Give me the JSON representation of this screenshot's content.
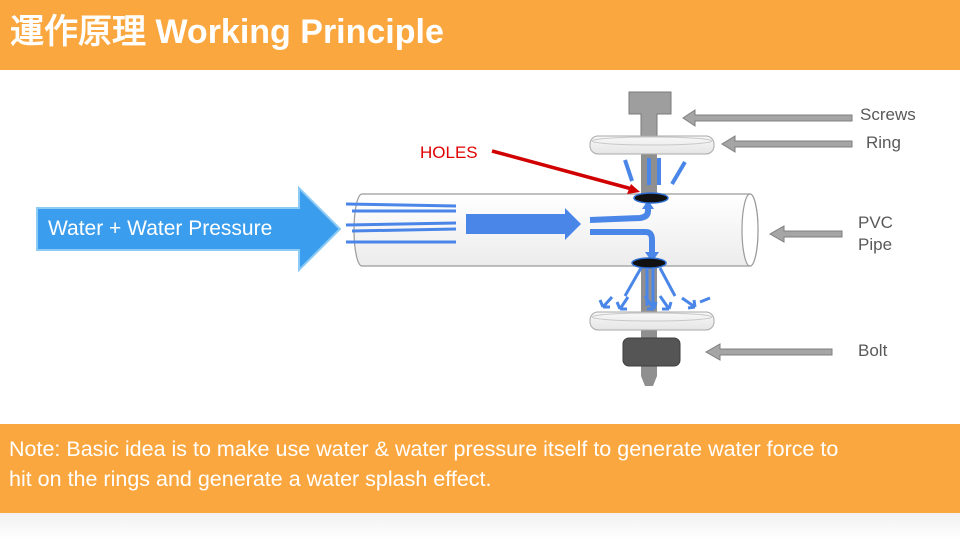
{
  "header": {
    "title": "運作原理 Working Principle"
  },
  "diagram": {
    "inlet_label": "Water + Water Pressure",
    "holes_label": "HOLES",
    "screws_label": "Screws",
    "ring_label": "Ring",
    "pipe_label_line1": "PVC",
    "pipe_label_line2": "Pipe",
    "bolt_label": "Bolt"
  },
  "note": {
    "line1": "Note: Basic idea is to make use water & water pressure itself to generate water force to",
    "line2": "hit on the rings and generate a water splash effect."
  },
  "colors": {
    "accent": "#FBA73F",
    "water_blue": "#4A86E8",
    "inlet_blue": "#3B9DED",
    "holes_red": "#D00000",
    "metal_gray": "#999999"
  }
}
